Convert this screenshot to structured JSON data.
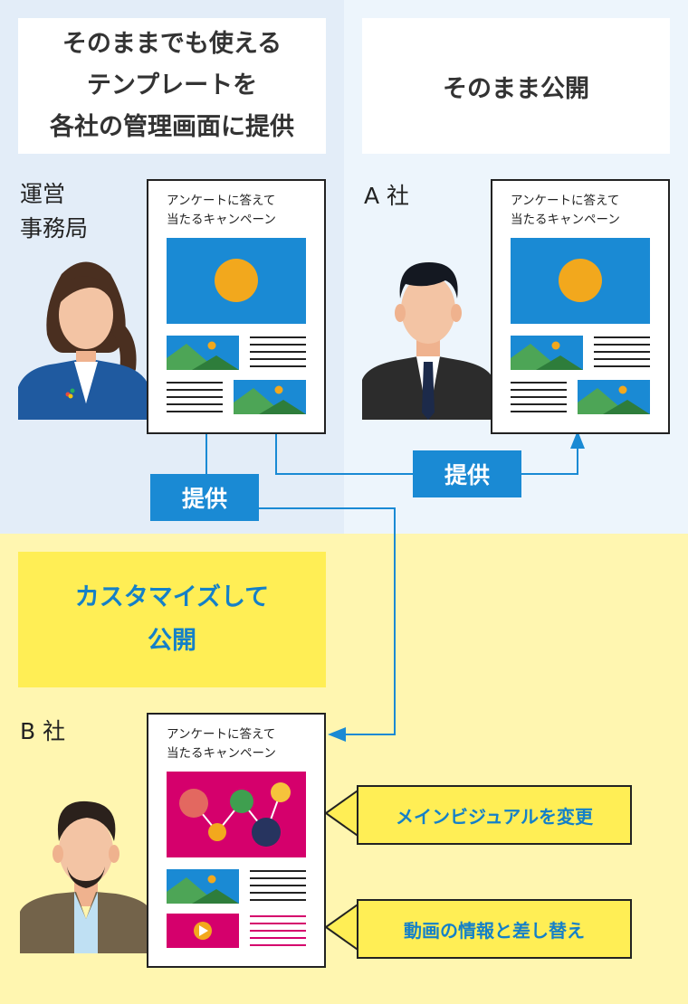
{
  "panels": {
    "top_left_title": [
      "そのままでも使える",
      "テンプレートを",
      "各社の管理画面に提供"
    ],
    "top_right_title": "そのまま公開",
    "bottom_title": [
      "カスタマイズして",
      "公開"
    ]
  },
  "actors": {
    "admin": [
      "運営",
      "事務局"
    ],
    "company_a": "A 社",
    "company_b": "B 社"
  },
  "document": {
    "title_line1": "アンケートに答えて",
    "title_line2": "当たるキャンペーン"
  },
  "flow": {
    "provide_label_1": "提供",
    "provide_label_2": "提供"
  },
  "callouts": {
    "main_visual": "メインビジュアルを変更",
    "video": "動画の情報と差し替え"
  },
  "colors": {
    "blue": "#1a8ad4",
    "yellow": "#ffee55",
    "sun": "#f2a81d",
    "magenta": "#d5006c",
    "green": "#3f9f4f"
  }
}
